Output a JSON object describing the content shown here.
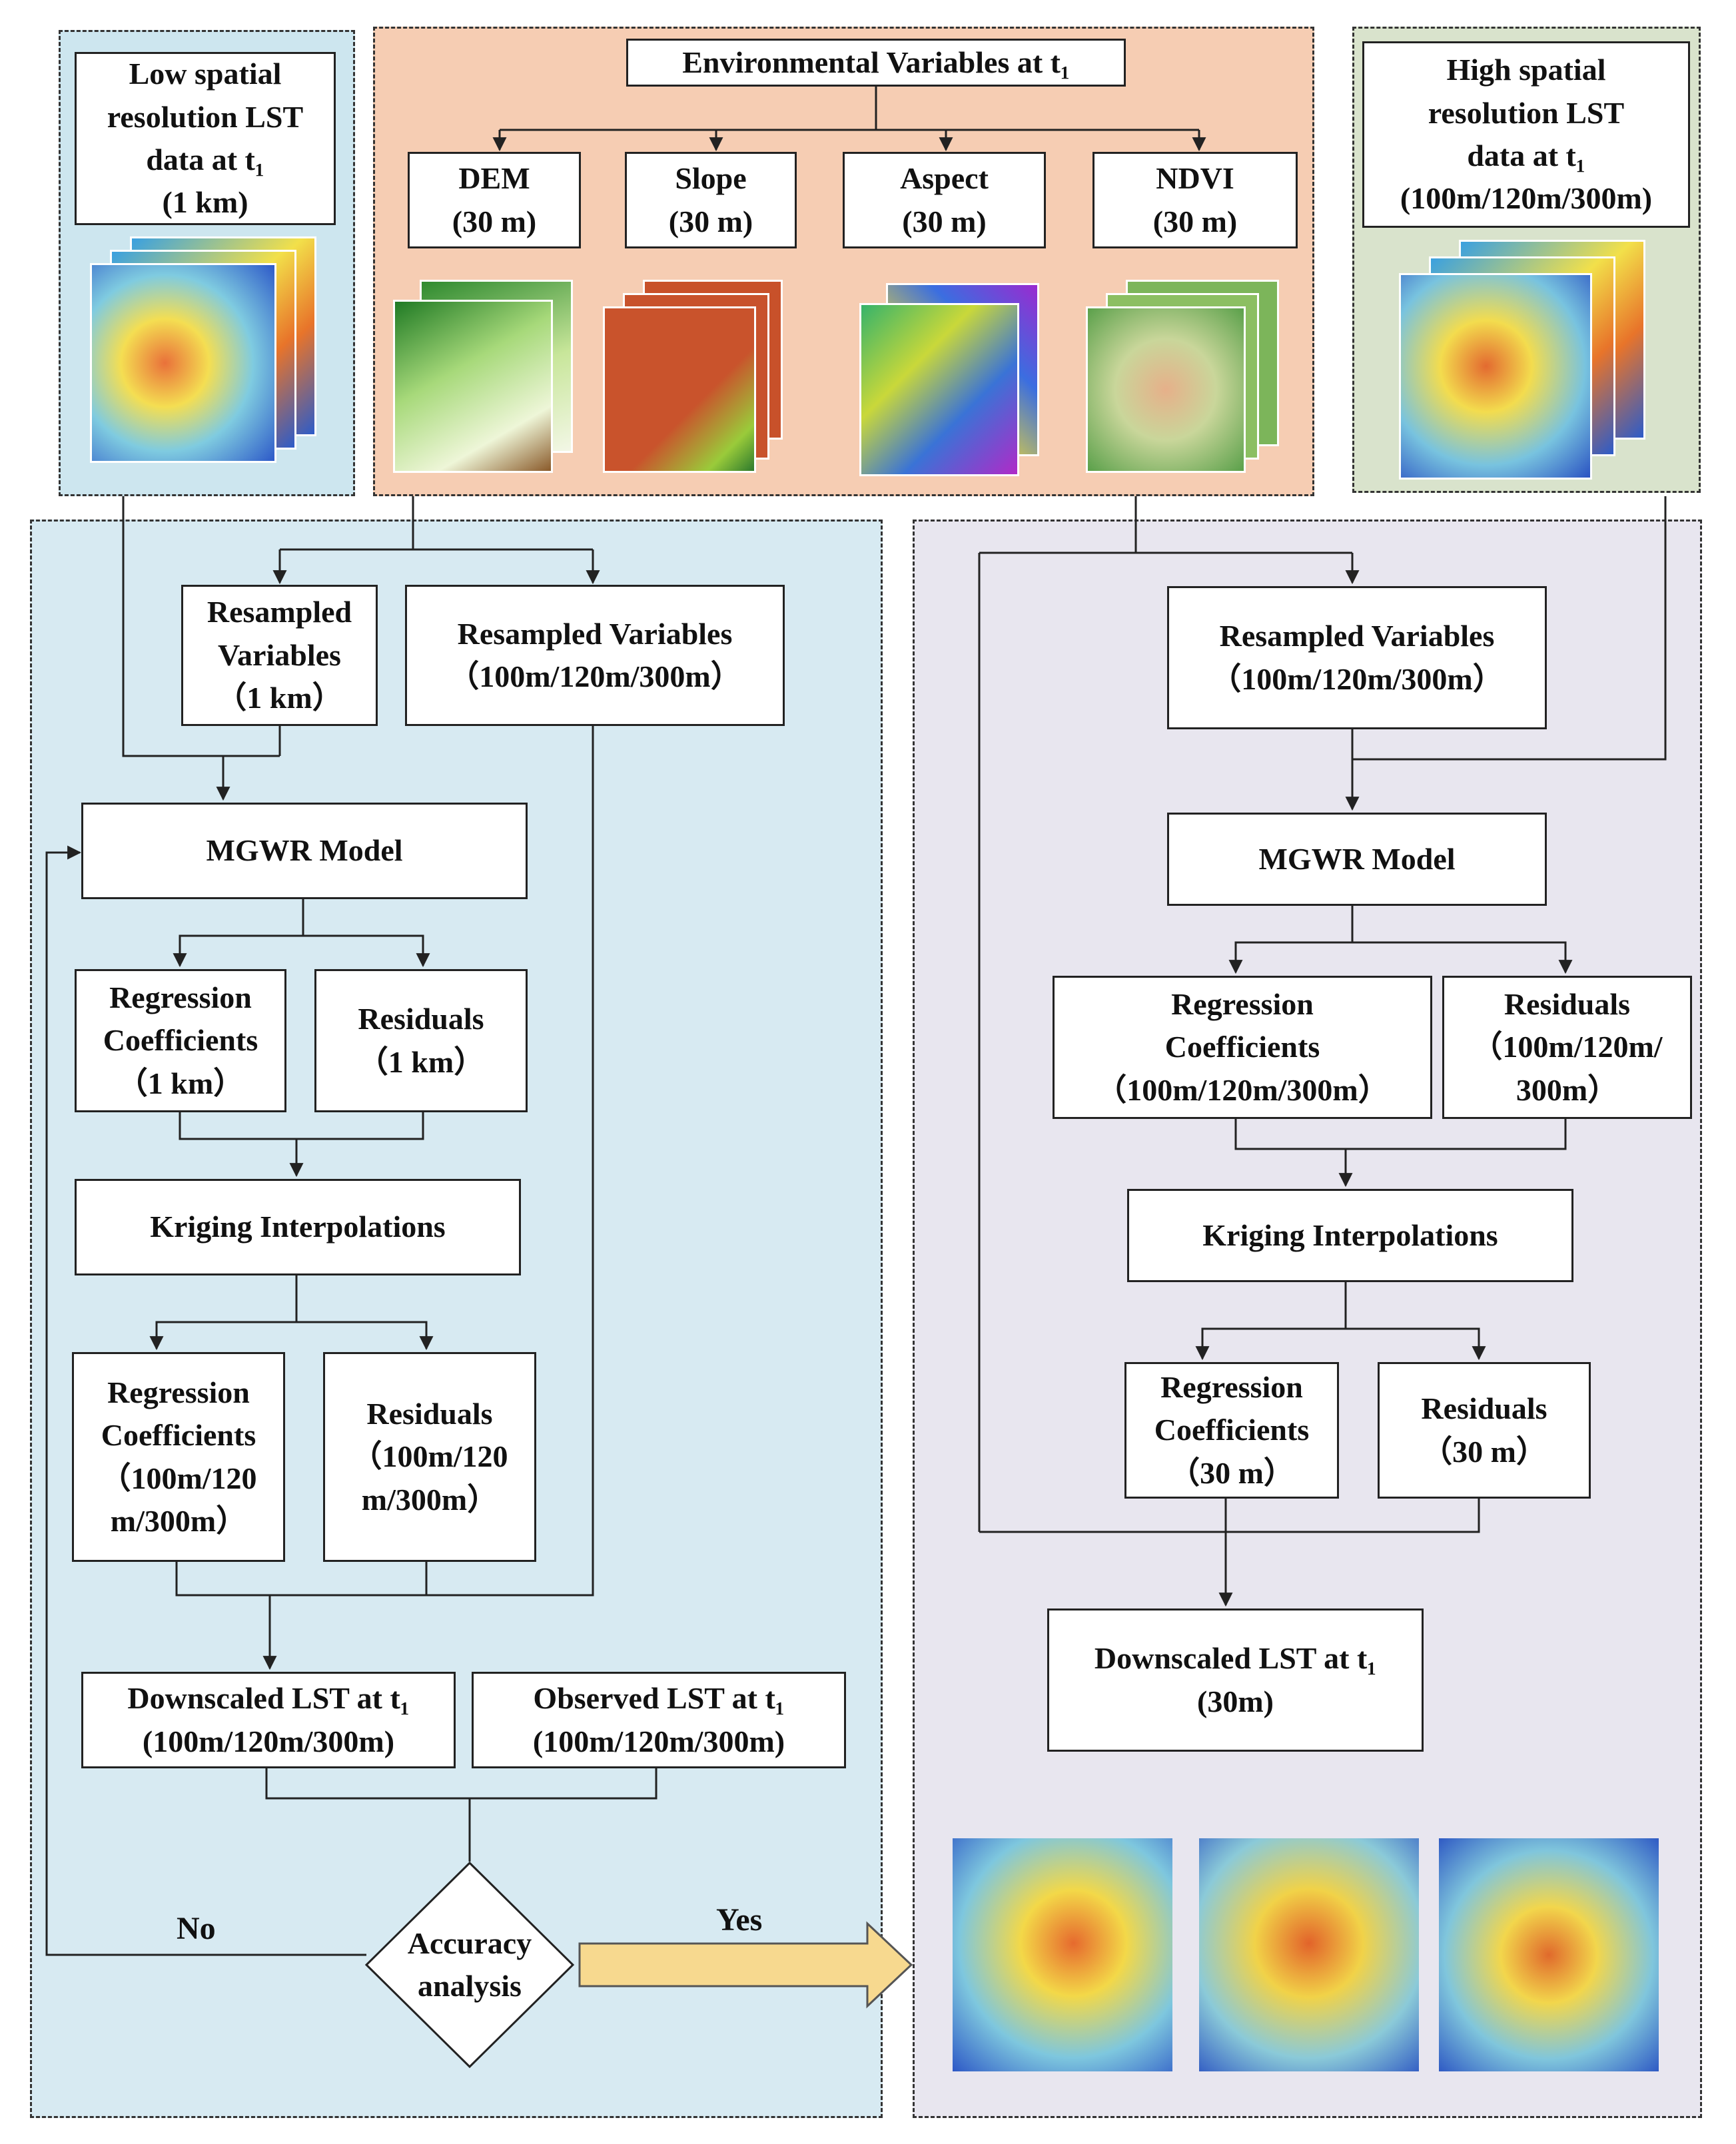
{
  "colors": {
    "region_low": "#cde6ef",
    "region_env": "#f6cdb3",
    "region_high": "#d9e3cc",
    "region_left": "#d7eaf2",
    "region_right": "#e8e6ef",
    "arrow_yes": "#f7d98f"
  },
  "top": {
    "low_res_box": "Low spatial\nresolution LST\ndata at t₁\n(1 km)",
    "env_title": "Environmental Variables at t₁",
    "dem": "DEM\n(30 m)",
    "slope": "Slope\n(30 m)",
    "aspect": "Aspect\n(30 m)",
    "ndvi": "NDVI\n(30 m)",
    "high_res_box": "High spatial\nresolution LST\ndata at t₁\n(100m/120m/300m)"
  },
  "left": {
    "resampled_1km": "Resampled\nVariables\n（1 km）",
    "resampled_multi": "Resampled Variables\n（100m/120m/300m）",
    "mgwr": "MGWR Model",
    "reg_coef_1km": "Regression\nCoefficients\n（1 km）",
    "residuals_1km": "Residuals\n（1 km）",
    "kriging": "Kriging Interpolations",
    "reg_coef_multi": "Regression\nCoefficients\n（100m/120\nm/300m）",
    "residuals_multi": "Residuals\n（100m/120\nm/300m）",
    "downscaled_multi": "Downscaled LST at t₁\n(100m/120m/300m)",
    "observed_multi": "Observed LST at t₁\n(100m/120m/300m)",
    "accuracy": "Accuracy\nanalysis",
    "no_label": "No",
    "yes_label": "Yes"
  },
  "right": {
    "resampled_multi": "Resampled Variables\n（100m/120m/300m）",
    "mgwr": "MGWR Model",
    "reg_coef_multi": "Regression\nCoefficients\n（100m/120m/300m）",
    "residuals_multi": "Residuals\n（100m/120m/\n300m）",
    "kriging": "Kriging Interpolations",
    "reg_coef_30m": "Regression\nCoefficients\n（30 m）",
    "residuals_30m": "Residuals\n（30 m）",
    "downscaled_30m": "Downscaled LST at t₁\n(30m)"
  }
}
